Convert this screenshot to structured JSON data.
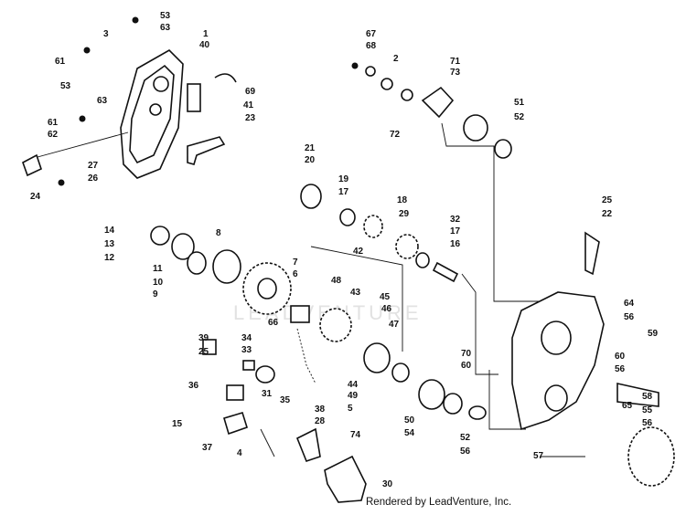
{
  "watermark": "LEADVENTURE",
  "credit": "Rendered by LeadVenture, Inc.",
  "callouts": [
    "53",
    "63",
    "3",
    "1",
    "40",
    "61",
    "69",
    "53",
    "63",
    "41",
    "61",
    "62",
    "23",
    "27",
    "26",
    "24",
    "21",
    "20",
    "19",
    "17",
    "18",
    "29",
    "14",
    "13",
    "12",
    "8",
    "11",
    "10",
    "9",
    "7",
    "6",
    "42",
    "48",
    "43",
    "45",
    "46",
    "47",
    "66",
    "34",
    "33",
    "39",
    "25",
    "36",
    "31",
    "35",
    "44",
    "49",
    "5",
    "15",
    "37",
    "4",
    "38",
    "28",
    "74",
    "30",
    "67",
    "68",
    "2",
    "71",
    "73",
    "72",
    "51",
    "52",
    "32",
    "17",
    "16",
    "25",
    "22",
    "64",
    "56",
    "59",
    "70",
    "60",
    "60",
    "56",
    "58",
    "65",
    "55",
    "56",
    "50",
    "54",
    "52",
    "56",
    "57"
  ]
}
